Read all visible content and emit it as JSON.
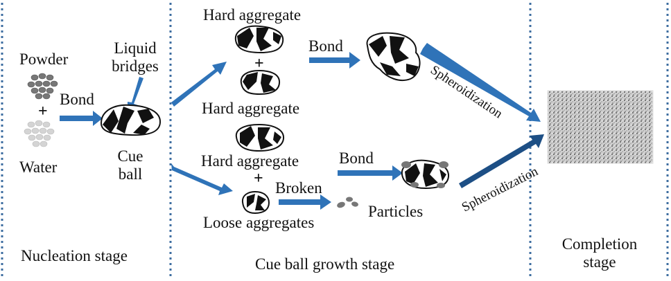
{
  "colors": {
    "arrow": "#2f73b8",
    "arrow_dark": "#1d4f85",
    "divider": "#3d6da0",
    "granule": "#111111",
    "powder": "#777777",
    "water": "#cfcfcf"
  },
  "stages": {
    "nucleation": "Nucleation stage",
    "growth": "Cue ball growth stage",
    "completion_line1": "Completion",
    "completion_line2": "stage"
  },
  "labels": {
    "powder": "Powder",
    "water": "Water",
    "plus": "+",
    "bond": "Bond",
    "liquid_bridges_line1": "Liquid",
    "liquid_bridges_line2": "bridges",
    "cue_ball_line1": "Cue",
    "cue_ball_line2": "ball",
    "hard_aggregate": "Hard aggregate",
    "broken": "Broken",
    "loose_aggregates": "Loose aggregates",
    "particles": "Particles",
    "spheroidization": "Spheroidization"
  }
}
